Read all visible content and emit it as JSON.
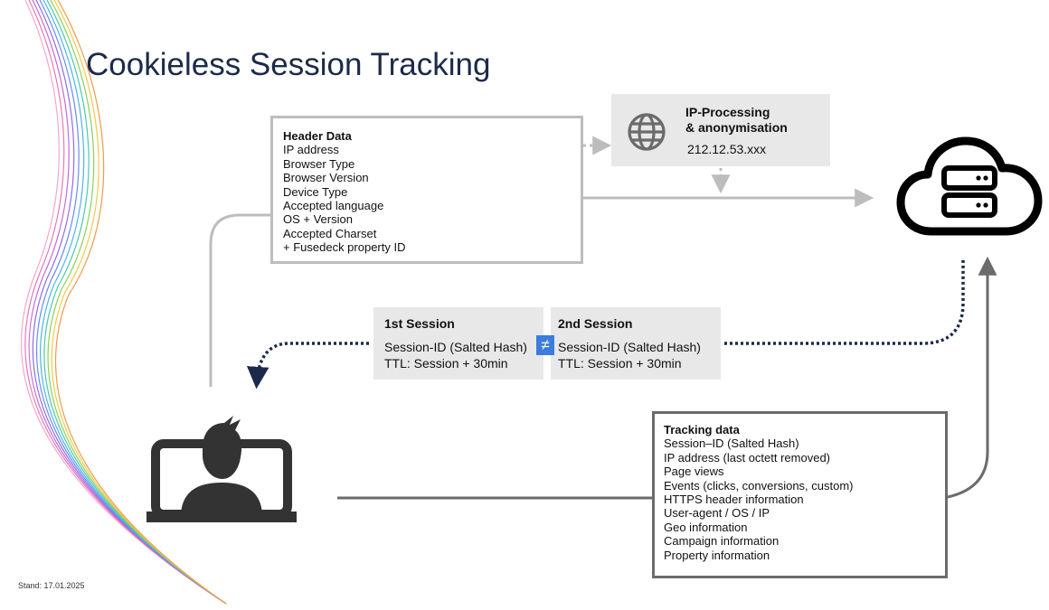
{
  "slide": {
    "title": "Cookieless Session Tracking",
    "footer_date": "Stand: 17.01.2025"
  },
  "header_data": {
    "title": "Header Data",
    "items": [
      "IP address",
      "Browser Type",
      "Browser Version",
      "Device Type",
      "Accepted language",
      "OS + Version",
      "Accepted Charset",
      "+ Fusedeck property ID"
    ]
  },
  "ip_processing": {
    "title_line1": "IP-Processing",
    "title_line2": "& anonymisation",
    "value": "212.12.53.xxx",
    "icon": "globe-icon"
  },
  "sessions": [
    {
      "title": "1st Session",
      "id_line": "Session-ID (Salted Hash)",
      "ttl_line": "TTL: Session + 30min"
    },
    {
      "title": "2nd Session",
      "id_line": "Session-ID (Salted Hash)",
      "ttl_line": "TTL: Session + 30min"
    }
  ],
  "not_equal_symbol": "≠",
  "tracking_data": {
    "title": "Tracking data",
    "items": [
      "Session–ID (Salted Hash)",
      "IP address (last octett removed)",
      "Page views",
      "Events (clicks, conversions, custom)",
      "HTTPS header information",
      "User-agent / OS / IP",
      "Geo information",
      "Campaign information",
      "Property information"
    ]
  },
  "icons": {
    "server": "cloud-server-icon",
    "user": "user-at-computer-icon"
  },
  "colors": {
    "title": "#1b2a4a",
    "dotted_navy": "#1b2a4a",
    "neq_badge": "#3c7ce0",
    "grey_line": "#bdbdbd",
    "dark_line": "#6b6b6b"
  }
}
